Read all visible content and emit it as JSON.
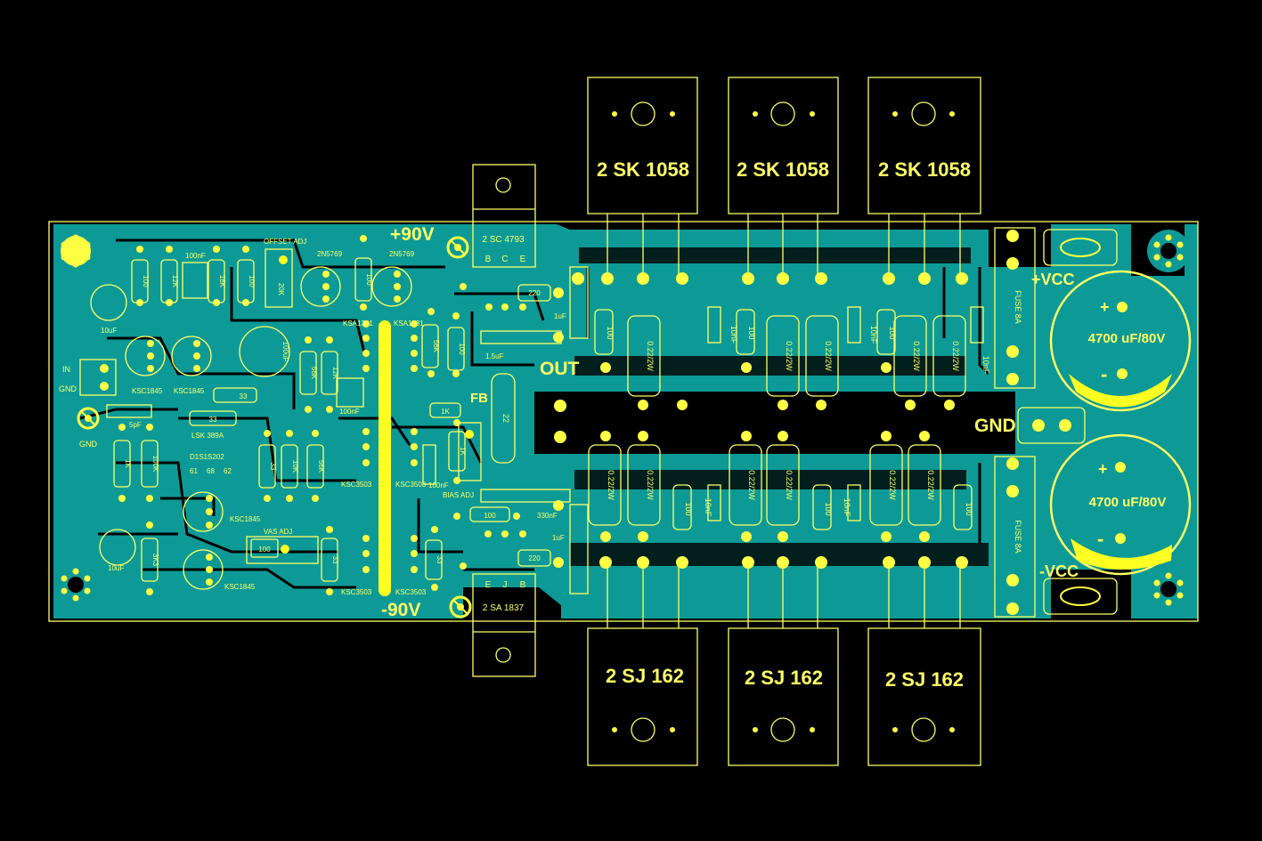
{
  "board": {
    "colors": {
      "background": "#000000",
      "copper": "#0d9a96",
      "silkscreen": "#ffff66",
      "pad": "#ffff44"
    }
  },
  "labels": {
    "v_plus": "+90V",
    "v_minus": "-90V",
    "out": "OUT",
    "fb": "FB",
    "gnd_main": "GND",
    "vcc_plus": "+VCC",
    "vcc_minus": "-VCC",
    "in": "IN",
    "in_gnd": "GND",
    "gnd_lug": "GND",
    "offset_adj": "OFFSET ADJ",
    "bias_adj": "BIAS ADJ",
    "vas_adj": "VAS ADJ",
    "fuse_top": "FUSE 8A",
    "fuse_bottom": "FUSE 8A",
    "cap_top": "4700 uF/80V",
    "cap_bottom": "4700 uF/80V"
  },
  "transistors": {
    "top": [
      "2 SK 1058",
      "2 SK 1058",
      "2 SK 1058"
    ],
    "bottom": [
      "2 SJ 162",
      "2 SJ 162",
      "2 SJ 162"
    ],
    "driver_top": "2 SC 4793",
    "driver_top_pins": [
      "B",
      "C",
      "E"
    ],
    "driver_bottom": "2 SA 1837",
    "driver_bottom_pins": [
      "E",
      "J",
      "B"
    ]
  },
  "parts": {
    "r_0r22": "0.22/2W",
    "r_100": "100",
    "c_10nf": "10nF",
    "c_1uf": "1uF",
    "c_15uf": "1.5uF",
    "r_220": "220",
    "r_22": "22",
    "r_1k": "1K",
    "r_10k": "10K",
    "r_56k": "56K",
    "r_33": "33",
    "r_3k3": "3K3",
    "r_20k": "20K",
    "c_100nf": "100nF",
    "c_330nf": "330nF",
    "c_10uf": "10uF",
    "c_100uf": "100uF",
    "c_5p": "5pF",
    "r_100k": "100K",
    "q_ksa1381": "KSA1381",
    "q_ksc3503": "KSC3503",
    "q_ksc1845": "KSC1845",
    "q_2n5769": "2N5769",
    "q_lsk389": "LSK 389A",
    "d_diode": "D1S1S202",
    "r_12k": "12K",
    "r_18k": "18K",
    "pins_diode": [
      "61",
      "68",
      "62"
    ]
  }
}
